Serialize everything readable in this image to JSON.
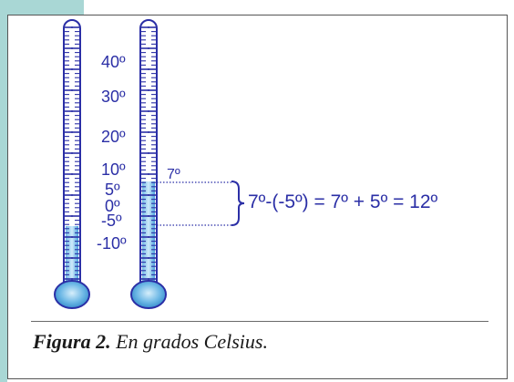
{
  "scale_labels": [
    "40º",
    "30º",
    "20º",
    "10º",
    "5º",
    "0º",
    "-5º",
    "-10º"
  ],
  "marker_label": "7º",
  "equation": "7º-(-5º) = 7º + 5º = 12º",
  "caption": {
    "label": "Figura 2.",
    "text": "En grados Celsius."
  },
  "colors": {
    "accent_tab": "#a9d7d5",
    "ink": "#2b2fa6",
    "mercury": "#7fc6ec",
    "bulb": "#3a99d6"
  },
  "thermometers": [
    {
      "name": "left-thermometer",
      "reading": -5
    },
    {
      "name": "right-thermometer",
      "reading": 7
    }
  ]
}
